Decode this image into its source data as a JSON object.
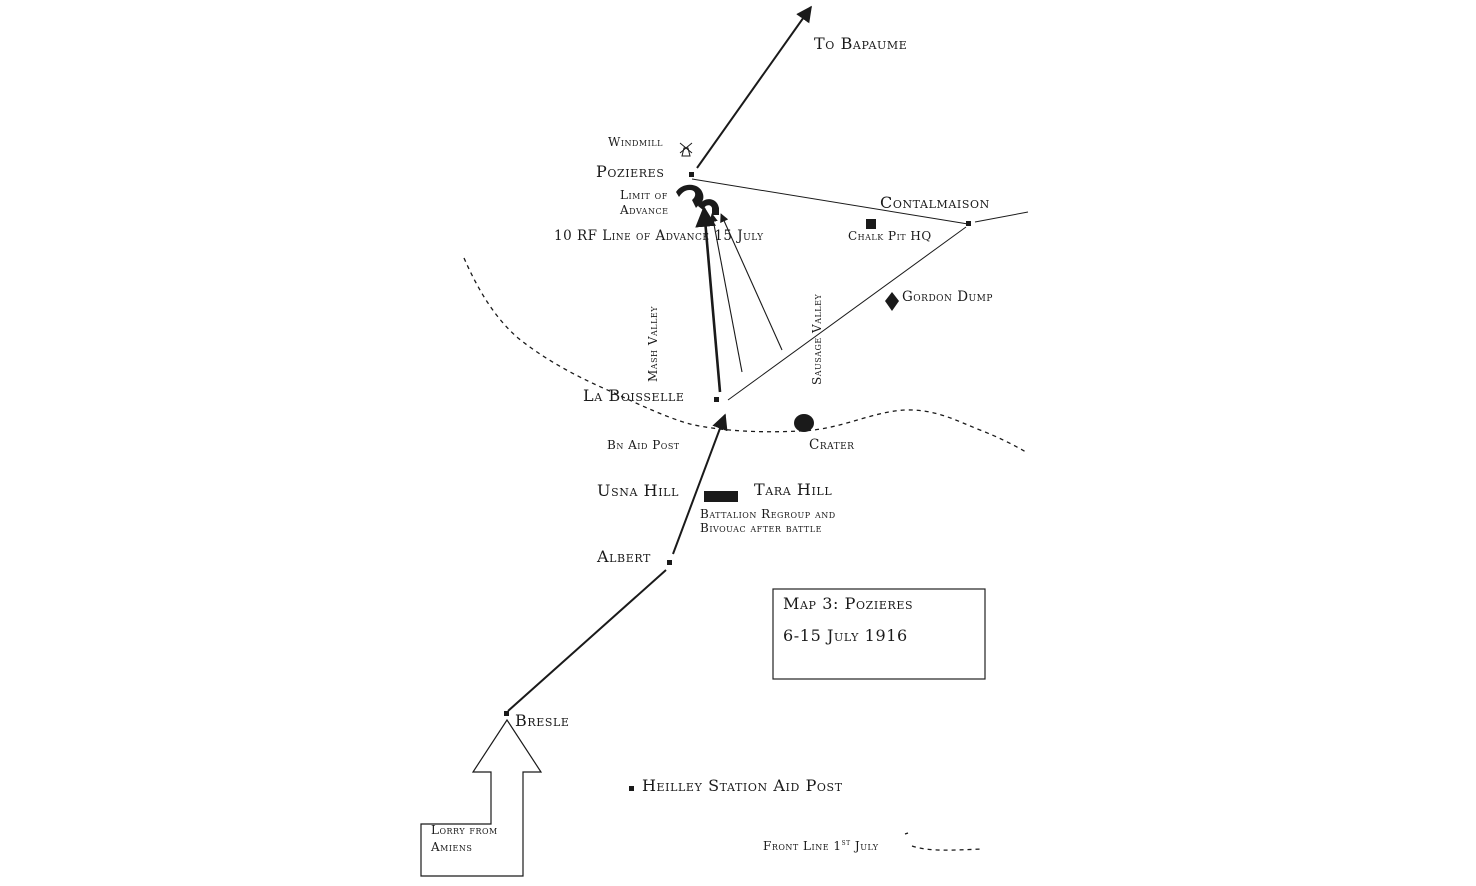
{
  "map": {
    "title": "Map 3:  Pozieres",
    "dates": "6-15 July 1916",
    "places": {
      "to_bapaume": "To Bapaume",
      "windmill": "Windmill",
      "pozieres": "Pozieres",
      "limit_of": "Limit of",
      "advance": "Advance",
      "contalmaison": "Contalmaison",
      "chalk_pit_hq": "Chalk Pit HQ",
      "line_of_advance": "10 RF Line of Advance 15 July",
      "gordon_dump": "Gordon Dump",
      "mash_valley": "Mash Valley",
      "sausage_valley": "Sausage Valley",
      "la_boisselle": "La Boisselle",
      "bn_aid_post": "Bn Aid Post",
      "crater": "Crater",
      "usna_hill": "Usna Hill",
      "tara_hill": "Tara Hill",
      "regroup_1": "Battalion Regroup and",
      "regroup_2": "Bivouac after battle",
      "albert": "Albert",
      "bresle": "Bresle",
      "heilley": "Heilley Station Aid Post",
      "lorry_1": "Lorry from",
      "lorry_2": "Amiens"
    },
    "legend": {
      "front_line_prefix": "Front Line 1",
      "front_line_sup": "st",
      "front_line_suffix": " July"
    },
    "colors": {
      "ink": "#1a1a1a",
      "paper": "#ffffff"
    }
  }
}
